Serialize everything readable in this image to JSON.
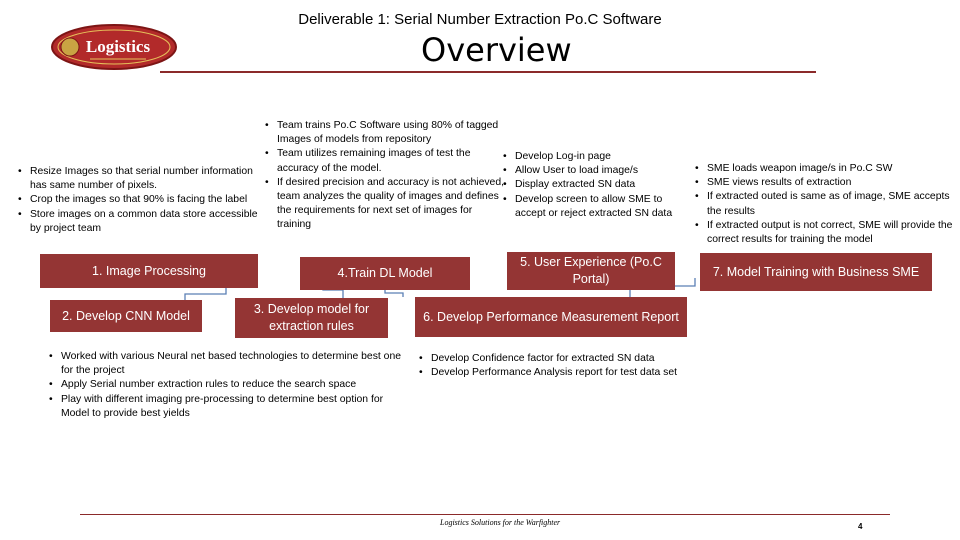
{
  "header": {
    "deliverable": "Deliverable 1: Serial Number Extraction Po.C Software",
    "title": "Overview",
    "logo_text": "Logistics"
  },
  "steps": {
    "s1": "1. Image Processing",
    "s2": "2. Develop CNN Model",
    "s3": "3. Develop model for extraction rules",
    "s4": "4.Train DL Model",
    "s5": "5. User Experience (Po.C Portal)",
    "s6": "6. Develop Performance Measurement Report",
    "s7": "7. Model Training with Business SME"
  },
  "notes": {
    "n1": [
      "Resize Images so that serial number information has same number of pixels.",
      "Crop the images so that 90% is facing the label",
      "Store images on a common data store accessible by project team"
    ],
    "n4": [
      "Team trains Po.C Software using 80% of tagged Images of models from repository",
      "Team utilizes remaining images of test the accuracy of the model.",
      "If desired precision and accuracy is not achieved, team analyzes the quality of images and defines the requirements for next set of images for training"
    ],
    "n5": [
      "Develop Log-in page",
      "Allow User to load image/s",
      "Display extracted SN data",
      "Develop screen to allow SME to accept or reject extracted SN data"
    ],
    "n7": [
      "SME loads weapon image/s in Po.C SW",
      "SME views results of extraction",
      "If extracted outed is same as of image, SME accepts the results",
      "If extracted output is not correct, SME will provide the correct results for training the model"
    ],
    "n23": [
      "Worked with various Neural net based technologies to determine best one for the project",
      "Apply Serial number extraction rules to reduce the search space",
      "Play with different imaging pre-processing to determine best option for Model to provide best yields"
    ],
    "n6": [
      "Develop Confidence factor for extracted SN data",
      "Develop Performance Analysis report for test data set"
    ]
  },
  "footer": {
    "text": "Logistics Solutions for the Warfighter",
    "page": "4"
  },
  "colors": {
    "box": "#943534",
    "rule": "#8b2a2a",
    "connector": "#5b7fb5"
  }
}
